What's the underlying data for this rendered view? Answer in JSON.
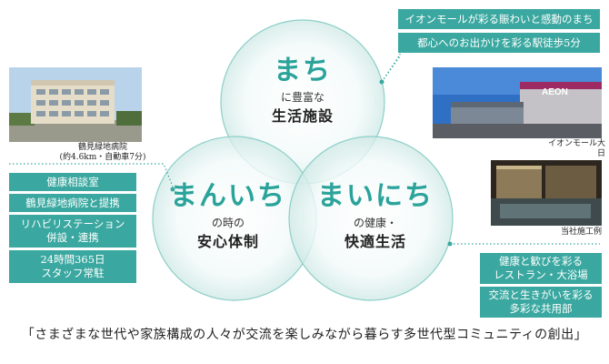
{
  "circles": {
    "machi": {
      "big": "まち",
      "small": "に豊富な",
      "main": "生活施設"
    },
    "manichi": {
      "big": "まんいち",
      "small": "の時の",
      "main": "安心体制"
    },
    "mainichi": {
      "big": "まいにち",
      "small": "の健康・",
      "main": "快適生活"
    }
  },
  "tags_top_right": [
    "イオンモールが彩る賑わいと感動のまち",
    "都心へのお出かけを彩る駅徒歩5分"
  ],
  "tags_left": [
    "健康相談室",
    "鶴見緑地病院と提携",
    "リハビリステーション\n併設・連携",
    "24時間365日\nスタッフ常駐"
  ],
  "tags_bottom_right": [
    "健康と歓びを彩る\nレストラン・大浴場",
    "交流と生きがいを彩る\n多彩な共用部"
  ],
  "captions": {
    "hospital": "鶴見緑地病院\n(約4.6km・自動車7分)",
    "aeon": "イオンモール大日",
    "bath": "当社施工例",
    "aeon_sign": "AEON"
  },
  "footer": "「さまざまな世代や家族構成の人々が交流を楽しみながら暮らす多世代型コミュニティの創出」",
  "colors": {
    "accent": "#3aa8a0",
    "circle_fill": "#dff1ef"
  }
}
